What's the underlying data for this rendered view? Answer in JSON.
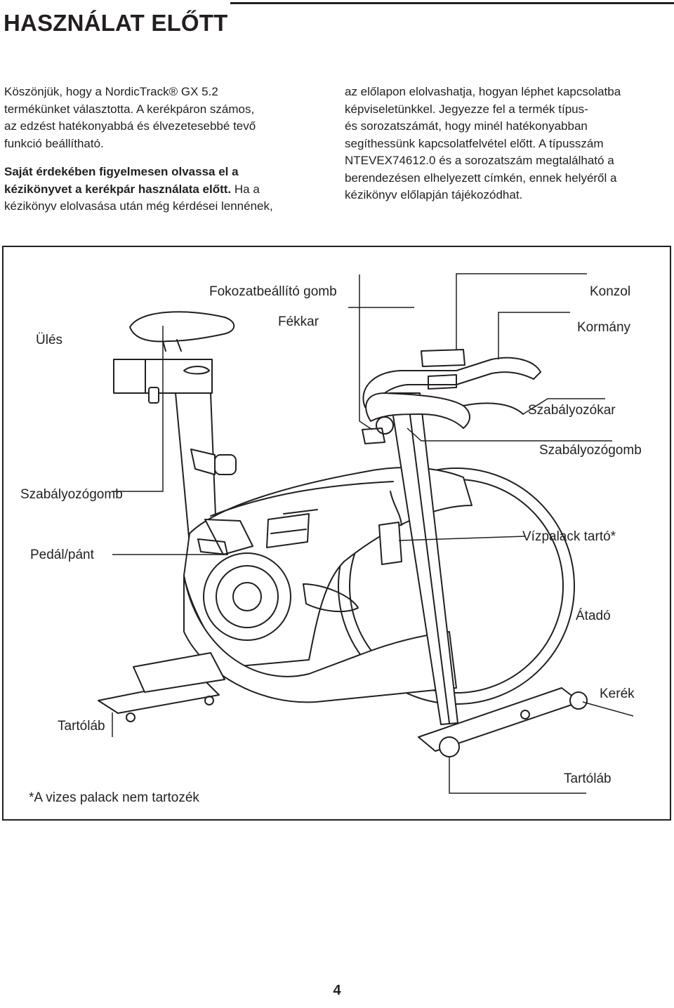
{
  "header": {
    "title": "HASZNÁLAT ELŐTT"
  },
  "intro": {
    "left_lines": [
      "Köszönjük, hogy a NordicTrack® GX 5.2",
      "termékünket választotta. A kerékpáron számos,",
      "az edzést hatékonyabbá és élvezetesebbé tevő",
      "funkció beállítható."
    ],
    "warning_line1": "Saját érdekében figyelmesen olvassa el a",
    "warning_line2_bold": "kézikönyvet a kerékpár használata előtt.",
    "warning_line2_rest": " Ha a",
    "warning_line3": "kézikönyv elolvasása után még kérdései lennének,",
    "right_lines": [
      "az előlapon elolvashatja, hogyan léphet kapcsolatba",
      "képviseletünkkel. Jegyezze fel a termék típus-",
      "és sorozatszámát, hogy minél hatékonyabban",
      "segíthessünk kapcsolatfelvétel előtt. A típusszám",
      "NTEVEX74612.0 és a sorozatszám megtalálható a",
      "berendezésen elhelyezett címkén, ennek helyéről a",
      "kézikönyv előlapján tájékozódhat."
    ]
  },
  "diagram": {
    "labels": {
      "seat": "Ülés",
      "resistance_knob_top": "Fokozatbeállító gomb",
      "brake": "Fékkar",
      "console": "Konzol",
      "handlebar": "Kormány",
      "adjust_lever": "Szabályozókar",
      "adjust_knob_right": "Szabályozógomb",
      "adjust_knob_left": "Szabályozógomb",
      "pedal": "Pedál/pánt",
      "bottle_holder": "Vízpalack tartó*",
      "transmitter": "Átadó",
      "wheel": "Kerék",
      "stabilizer_left": "Tartóláb",
      "stabilizer_right": "Tartóláb"
    },
    "footnote": "*A vizes palack nem tartozék"
  },
  "page_number": "4"
}
